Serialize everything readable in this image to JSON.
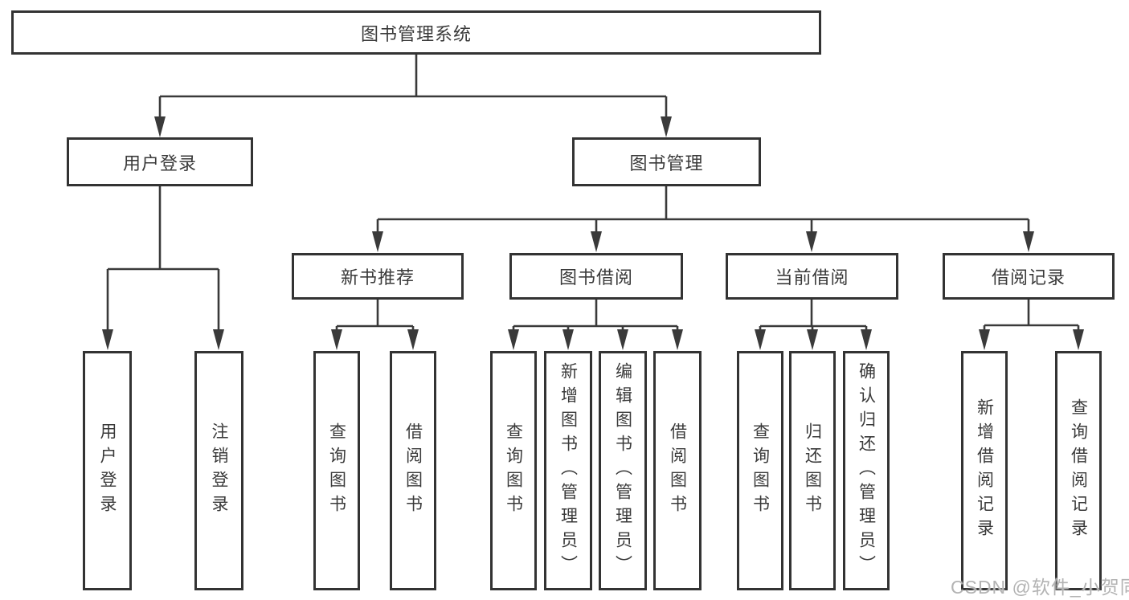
{
  "diagram": {
    "title_node": "图书管理系统",
    "tree": {
      "root": {
        "label": "图书管理系统"
      },
      "level2": [
        {
          "label": "用户登录",
          "children": [
            {
              "label": "用户登录"
            },
            {
              "label": "注销登录"
            }
          ]
        },
        {
          "label": "图书管理",
          "children": [
            {
              "label": "新书推荐",
              "children": [
                {
                  "label": "查询图书"
                },
                {
                  "label": "借阅图书"
                }
              ]
            },
            {
              "label": "图书借阅",
              "children": [
                {
                  "label": "查询图书"
                },
                {
                  "label": "新增图书（管理员）"
                },
                {
                  "label": "编辑图书（管理员）"
                },
                {
                  "label": "借阅图书"
                }
              ]
            },
            {
              "label": "当前借阅",
              "children": [
                {
                  "label": "查询图书"
                },
                {
                  "label": "归还图书"
                },
                {
                  "label": "确认归还（管理员）"
                }
              ]
            },
            {
              "label": "借阅记录",
              "children": [
                {
                  "label": "新增借阅记录"
                },
                {
                  "label": "查询借阅记录"
                }
              ]
            }
          ]
        }
      ]
    }
  },
  "watermark": {
    "text": "CSDN @软件_小贺同学"
  },
  "colors": {
    "line": "#3a3a3a",
    "box_border": "#333333",
    "text": "#3a3a3a",
    "background": "#ffffff",
    "watermark": "#b3b3b3"
  }
}
